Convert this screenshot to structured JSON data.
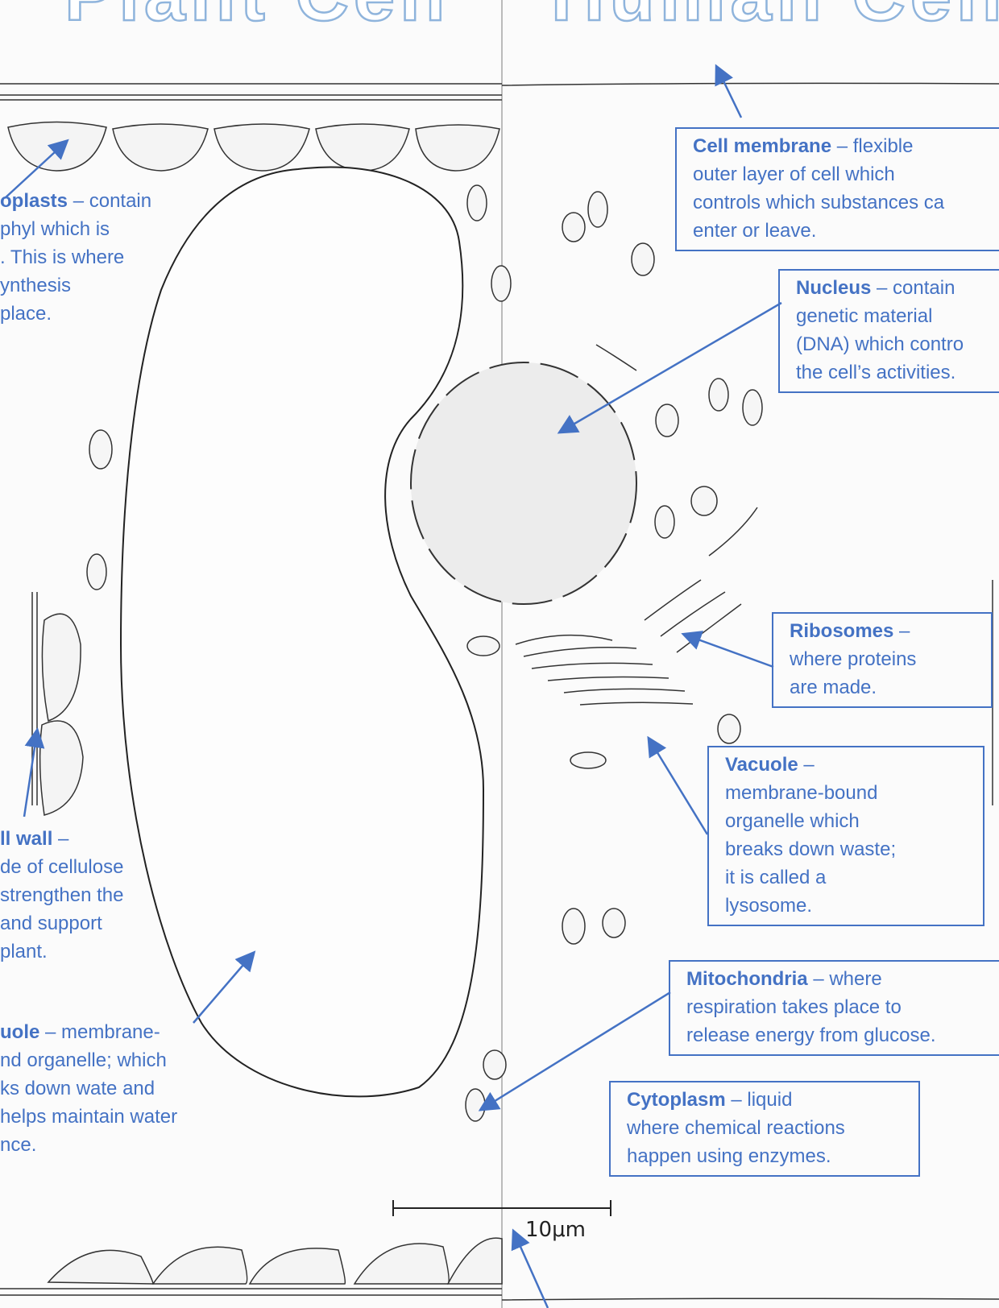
{
  "headings": {
    "left": "Plant Cell",
    "right": "Human Cell"
  },
  "labels": {
    "chloroplasts": {
      "term": "oplasts",
      "desc": " – contain",
      "lines": [
        "phyl which is",
        ". This is where",
        "ynthesis",
        "place."
      ]
    },
    "cell_wall": {
      "term": "ll wall",
      "desc": " –",
      "lines": [
        "de of cellulose",
        "strengthen the",
        " and support",
        " plant."
      ]
    },
    "plant_vacuole": {
      "term": "uole",
      "desc": " – membrane-",
      "lines": [
        "nd organelle; which",
        "ks down wate and",
        " helps maintain water",
        "nce."
      ]
    },
    "cell_membrane": {
      "term": "Cell membrane",
      "desc": " – flexible",
      "lines": [
        "outer layer of cell which",
        "controls which substances ca",
        "enter or leave."
      ]
    },
    "nucleus": {
      "term": "Nucleus",
      "desc": " – contain",
      "lines": [
        "genetic material",
        "(DNA) which contro",
        "the cell’s activities."
      ]
    },
    "ribosomes": {
      "term": "Ribosomes",
      "desc": " –",
      "lines": [
        "where proteins",
        "are made."
      ]
    },
    "vacuole": {
      "term": "Vacuole",
      "desc": " –",
      "lines": [
        "membrane-bound",
        "organelle which",
        "breaks down waste;",
        "it is called a",
        "lysosome."
      ]
    },
    "mitochondria": {
      "term": "Mitochondria",
      "desc": " – where",
      "lines": [
        "respiration takes place to",
        "release energy from glucose."
      ]
    },
    "cytoplasm": {
      "term": "Cytoplasm",
      "desc": " – liquid",
      "lines": [
        "where chemical reactions",
        "happen using enzymes."
      ]
    }
  },
  "scale_bar": {
    "label": "10μm"
  },
  "colors": {
    "label": "#4472c4",
    "heading_outline": "#8fb4dc",
    "ink": "#222222",
    "paper": "#fbfbfb"
  }
}
